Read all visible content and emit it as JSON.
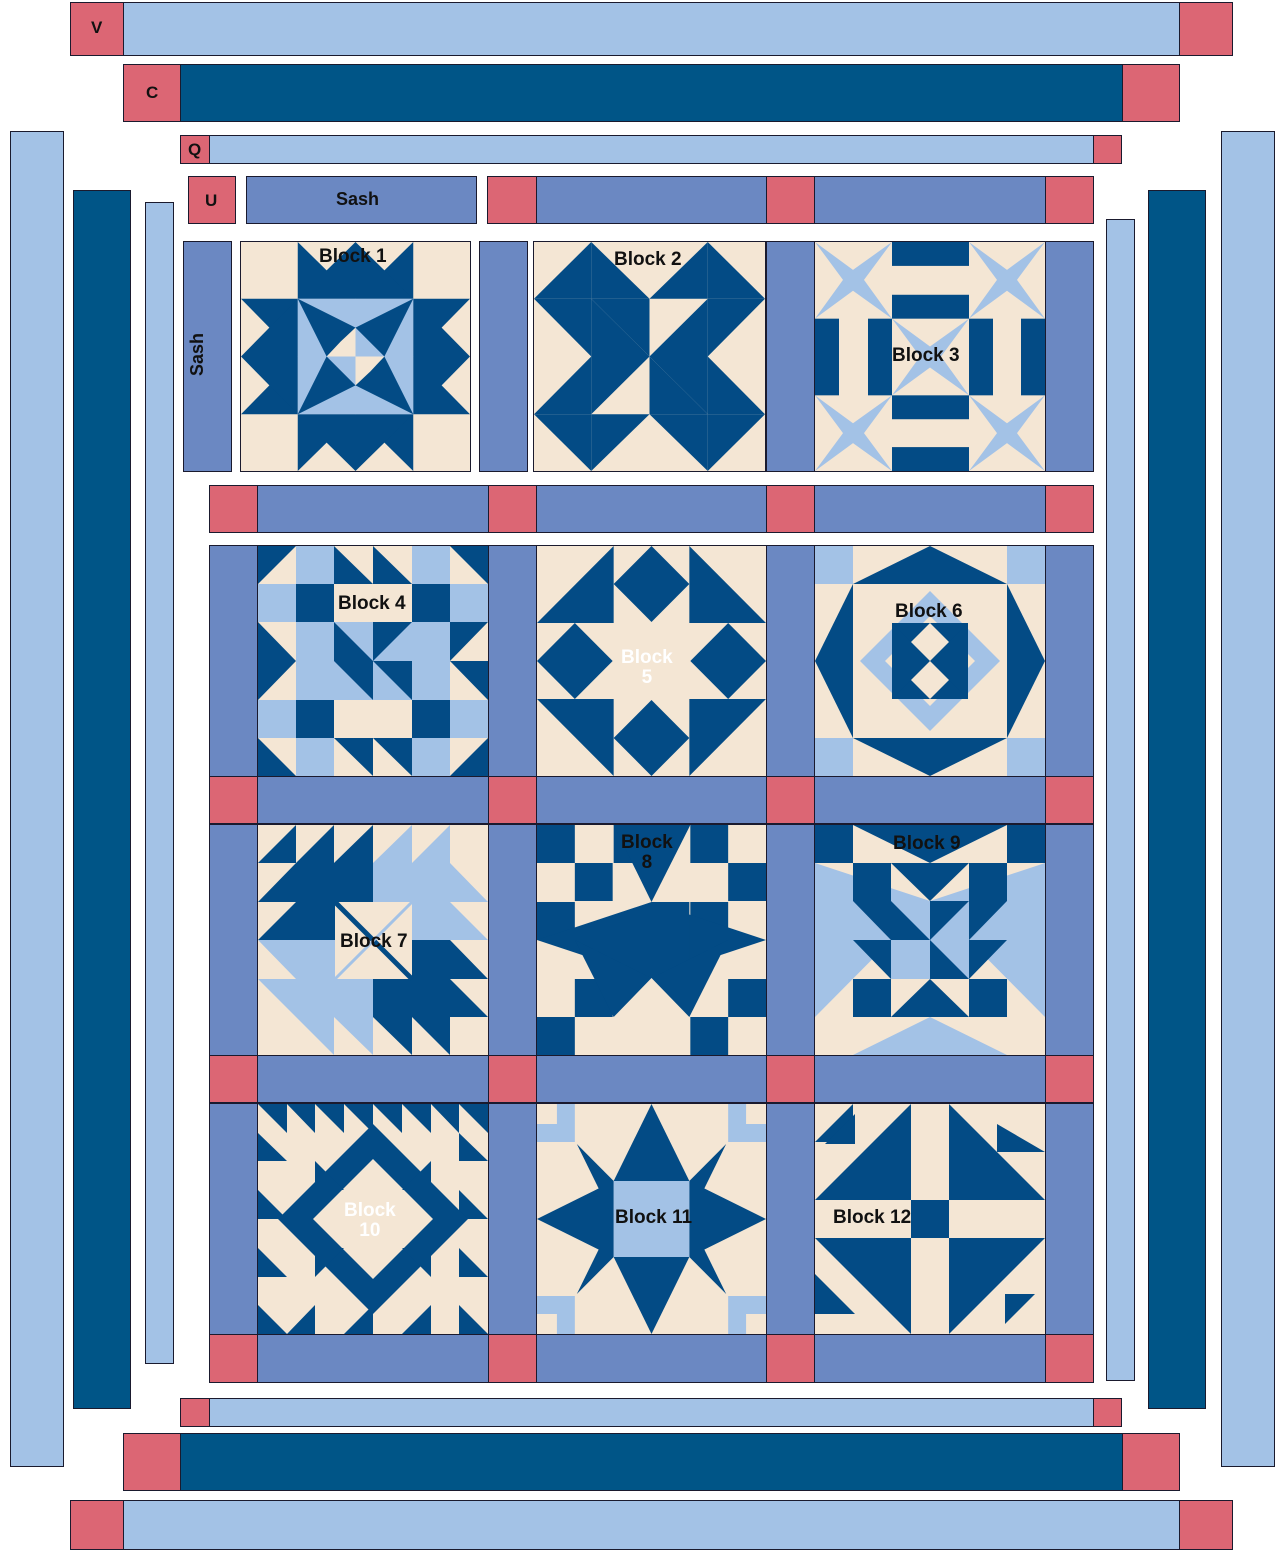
{
  "colors": {
    "cornerstone": "#dc6674",
    "light_blue": "#a3c2e6",
    "dark_blue": "#005587",
    "medium_blue": "#6b88c2",
    "navy": "#034b85",
    "background": "#f4e6d4"
  },
  "border_labels": {
    "v": "V",
    "c": "C",
    "q": "Q",
    "u": "U"
  },
  "sash": {
    "top_label": "Sash",
    "side_label": "Sash"
  },
  "blocks": [
    {
      "label": "Block 1"
    },
    {
      "label": "Block 2"
    },
    {
      "label": "Block 3"
    },
    {
      "label": "Block 4"
    },
    {
      "label": "Block\n5"
    },
    {
      "label": "Block 6"
    },
    {
      "label": "Block 7"
    },
    {
      "label": "Block\n8"
    },
    {
      "label": "Block 9"
    },
    {
      "label": "Block\n10"
    },
    {
      "label": "Block 11"
    },
    {
      "label": "Block 12"
    }
  ]
}
